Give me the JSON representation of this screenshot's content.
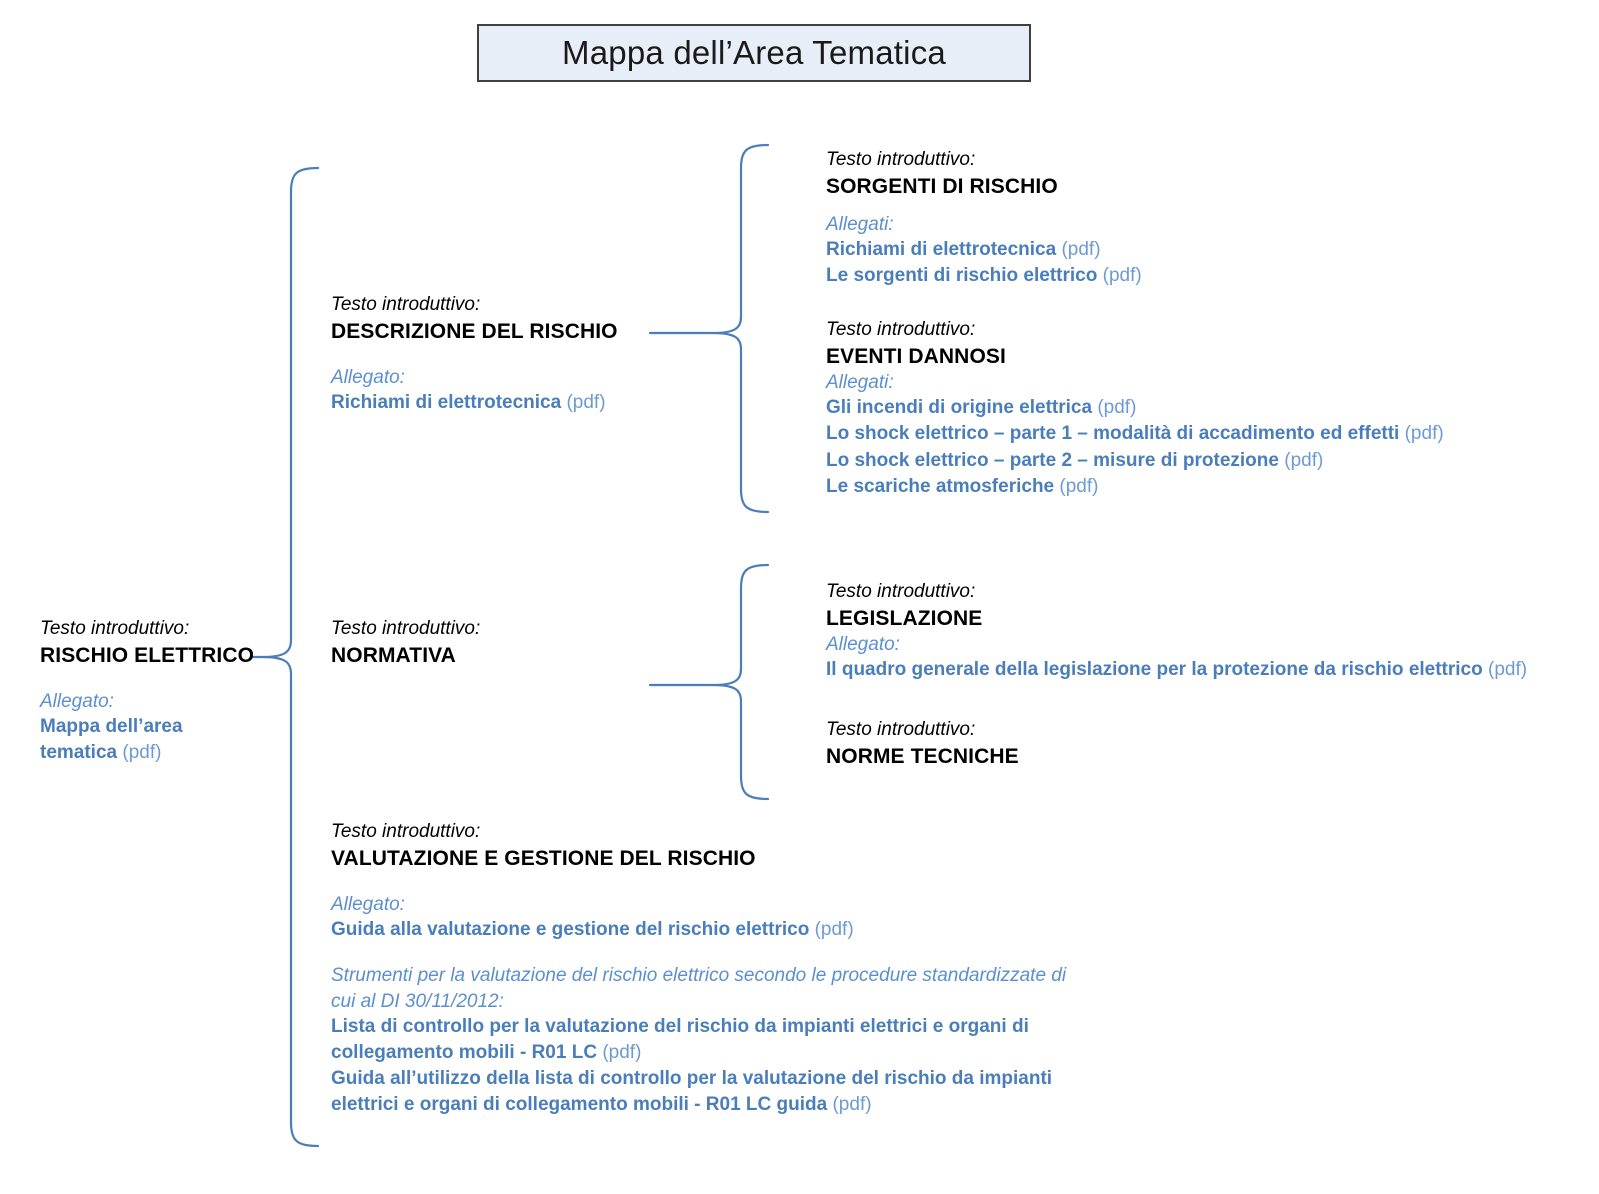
{
  "page": {
    "title": "Mappa dell’Area Tematica",
    "accent_color": "#4A7EBB",
    "accent_light_color": "#6E9AD4",
    "title_box_fill": "#E8EEF7",
    "title_box_border": "#3F3F3F",
    "brace_color": "#4A7EBB"
  },
  "labels": {
    "intro": "Testo introduttivo:",
    "attachment_singular": "Allegato:",
    "attachment_plural": "Allegati:",
    "pdf": "(pdf)"
  },
  "root": {
    "intro_label": "Testo introduttivo:",
    "title": "RISCHIO ELETTRICO",
    "attach_label": "Allegato:",
    "attachments": [
      {
        "name": "Mappa dell’area tematica",
        "format": "(pdf)"
      }
    ]
  },
  "branches": [
    {
      "id": "descrizione-del-rischio",
      "intro_label": "Testo introduttivo:",
      "title": "DESCRIZIONE DEL RISCHIO",
      "attach_label": "Allegato:",
      "attachments": [
        {
          "name": "Richiami di elettrotecnica",
          "format": "(pdf)"
        }
      ],
      "children": [
        {
          "id": "sorgenti-di-rischio",
          "intro_label": "Testo introduttivo:",
          "title": "SORGENTI DI RISCHIO",
          "attach_label": "Allegati:",
          "attachments": [
            {
              "name": "Richiami di elettrotecnica",
              "format": "(pdf)"
            },
            {
              "name": "Le sorgenti di rischio elettrico",
              "format": "(pdf)"
            }
          ]
        },
        {
          "id": "eventi-dannosi",
          "intro_label": "Testo introduttivo:",
          "title": "EVENTI DANNOSI",
          "attach_label": "Allegati:",
          "attachments": [
            {
              "name": "Gli incendi di origine elettrica",
              "format": "(pdf)"
            },
            {
              "name": "Lo shock elettrico – parte 1 – modalità di accadimento ed effetti",
              "format": "(pdf)"
            },
            {
              "name": "Lo shock elettrico – parte 2 – misure di protezione",
              "format": "(pdf)"
            },
            {
              "name": "Le scariche atmosferiche",
              "format": "(pdf)"
            }
          ]
        }
      ]
    },
    {
      "id": "normativa",
      "intro_label": "Testo introduttivo:",
      "title": "NORMATIVA",
      "attach_label": null,
      "attachments": [],
      "children": [
        {
          "id": "legislazione",
          "intro_label": "Testo introduttivo:",
          "title": "LEGISLAZIONE",
          "attach_label": "Allegato:",
          "attachments": [
            {
              "name": "Il quadro generale della legislazione per la protezione da rischio elettrico",
              "format": "(pdf)"
            }
          ]
        },
        {
          "id": "norme-tecniche",
          "intro_label": "Testo introduttivo:",
          "title": "NORME TECNICHE",
          "attach_label": null,
          "attachments": []
        }
      ]
    },
    {
      "id": "valutazione-e-gestione-del-rischio",
      "intro_label": "Testo introduttivo:",
      "title": "VALUTAZIONE E GESTIONE DEL RISCHIO",
      "attach_label": "Allegato:",
      "attachments": [
        {
          "name": "Guida alla valutazione e gestione del rischio elettrico",
          "format": "(pdf)"
        }
      ],
      "note": "Strumenti per la valutazione del rischio elettrico secondo le procedure standardizzate di cui al DI 30/11/2012:",
      "note_attachments": [
        {
          "name": "Lista di controllo per la valutazione del rischio da impianti elettrici e organi di collegamento mobili - R01 LC",
          "format": "(pdf)"
        },
        {
          "name": "Guida all’utilizzo della lista di controllo per la valutazione del rischio da impianti elettrici e organi di collegamento mobili - R01 LC guida",
          "format": "(pdf)"
        }
      ],
      "children": []
    }
  ]
}
